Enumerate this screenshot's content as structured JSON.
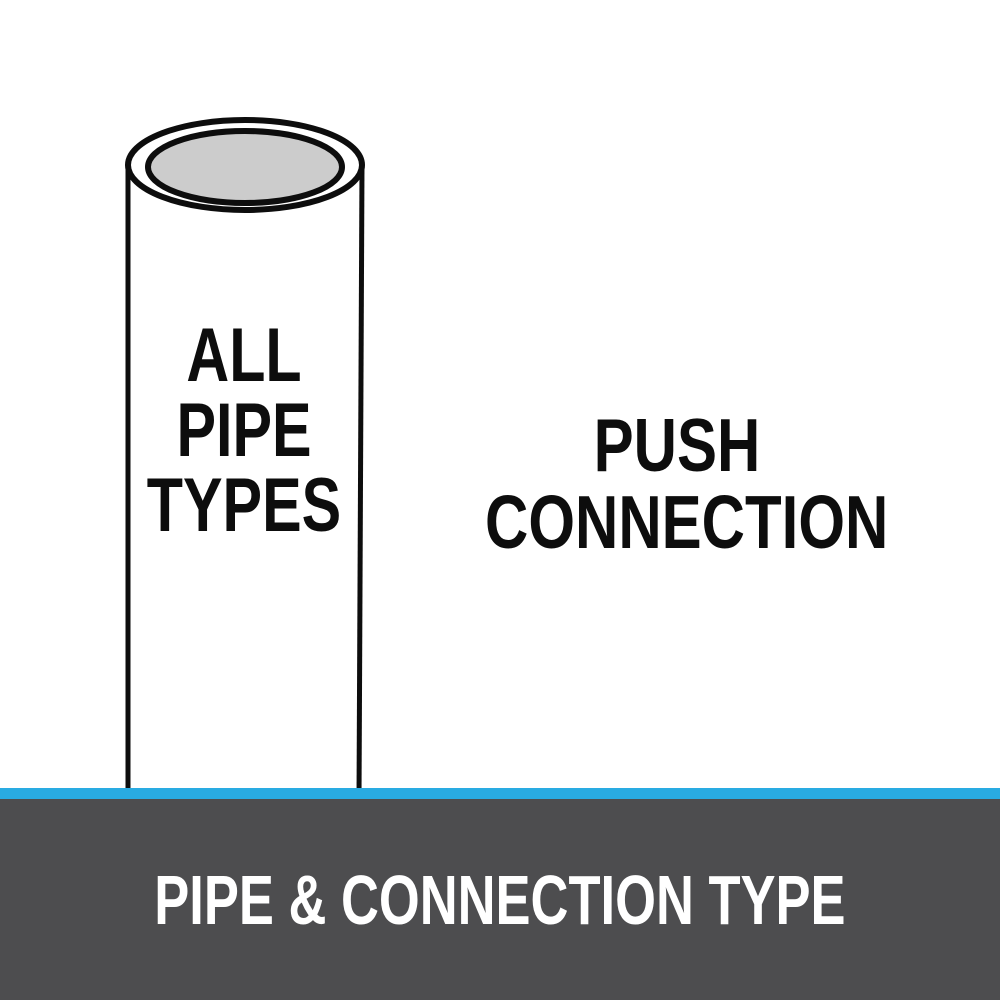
{
  "canvas": {
    "background": "#FFFFFF"
  },
  "pipe": {
    "label_lines": [
      "ALL",
      "PIPE",
      "TYPES"
    ],
    "outline_color": "#0D0D0D",
    "body_fill": "#FFFFFF",
    "opening_fill": "#CCCCCC"
  },
  "connection": {
    "label_lines": [
      "PUSH",
      "CONNECTION"
    ]
  },
  "accent_stripe": {
    "color": "#29ABE2"
  },
  "footer": {
    "title": "PIPE & CONNECTION TYPE",
    "background": "#4D4D4F",
    "text_color": "#FFFFFF"
  }
}
